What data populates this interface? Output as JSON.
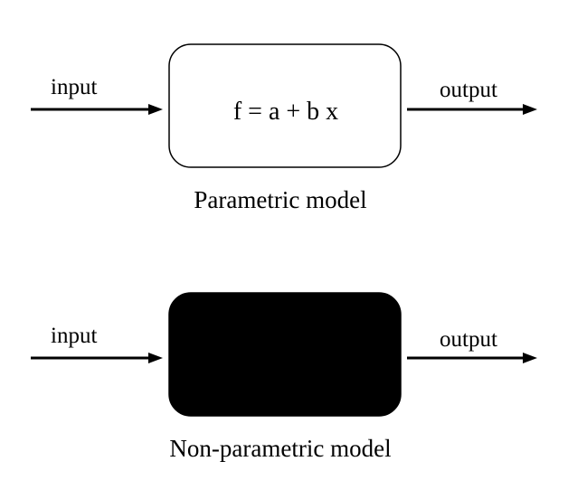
{
  "colors": {
    "background": "#ffffff",
    "stroke": "#000000",
    "black_box_fill": "#000000",
    "white_box_fill": "#ffffff"
  },
  "parametric": {
    "input_label": "input",
    "output_label": "output",
    "formula": "f = a + b x",
    "caption": "Parametric model"
  },
  "nonparametric": {
    "input_label": "input",
    "output_label": "output",
    "caption": "Non-parametric model"
  }
}
